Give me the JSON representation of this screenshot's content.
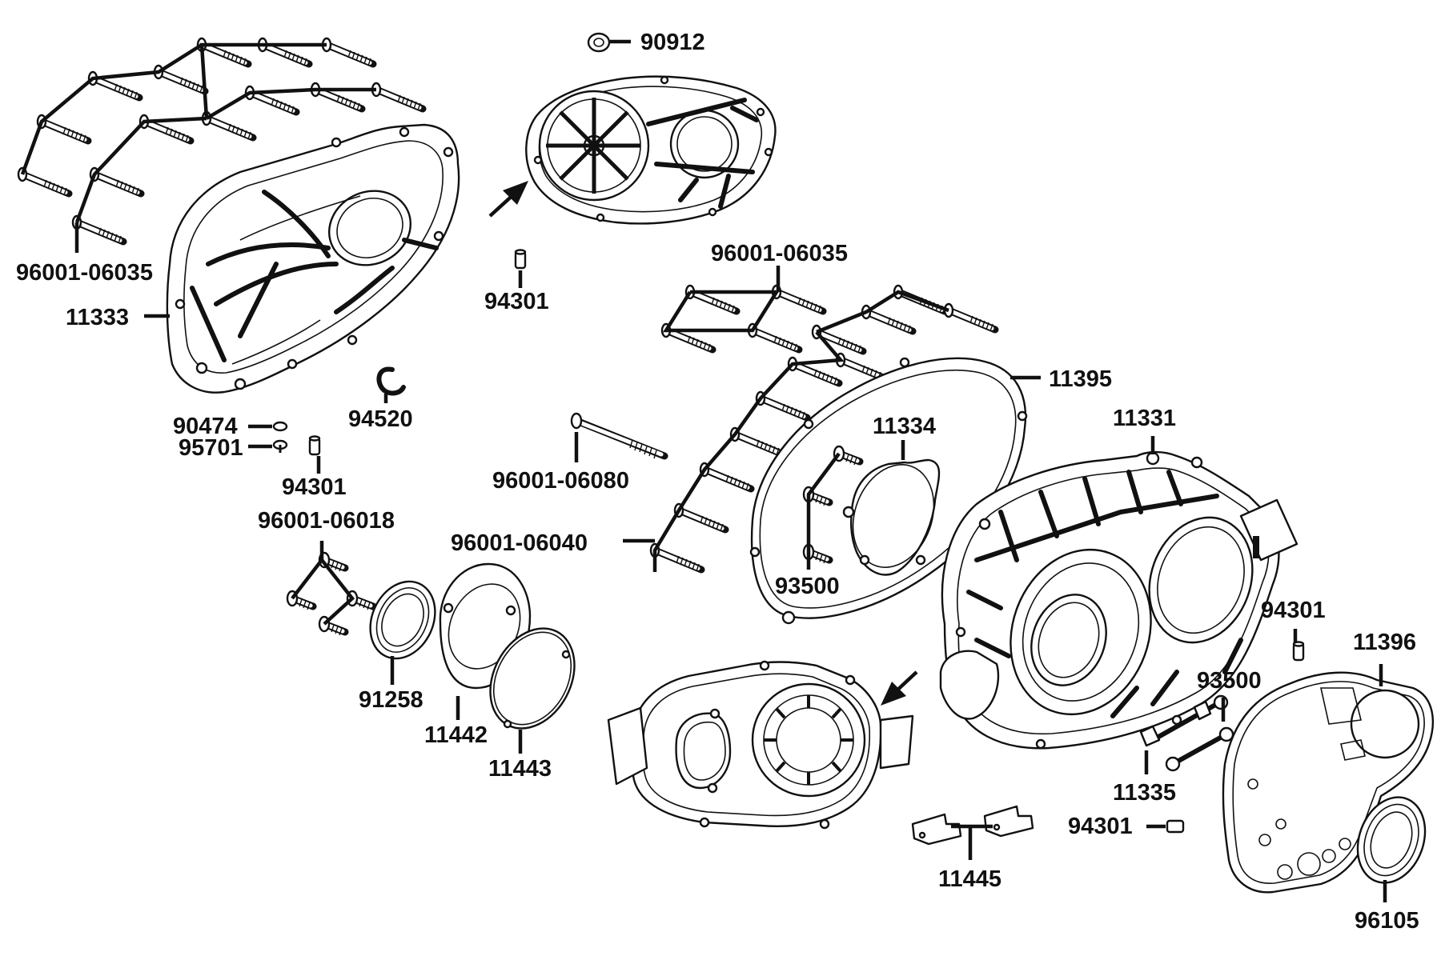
{
  "diagram": {
    "labels": [
      "96001-06035",
      "11333",
      "90912",
      "94301",
      "90474",
      "95701",
      "94520",
      "94301",
      "96001-06018",
      "91258",
      "11442",
      "11443",
      "96001-06035",
      "11395",
      "11334",
      "11331",
      "96001-06080",
      "96001-06040",
      "93500",
      "94301",
      "11396",
      "93500",
      "11335",
      "94301",
      "11445",
      "96105"
    ]
  }
}
